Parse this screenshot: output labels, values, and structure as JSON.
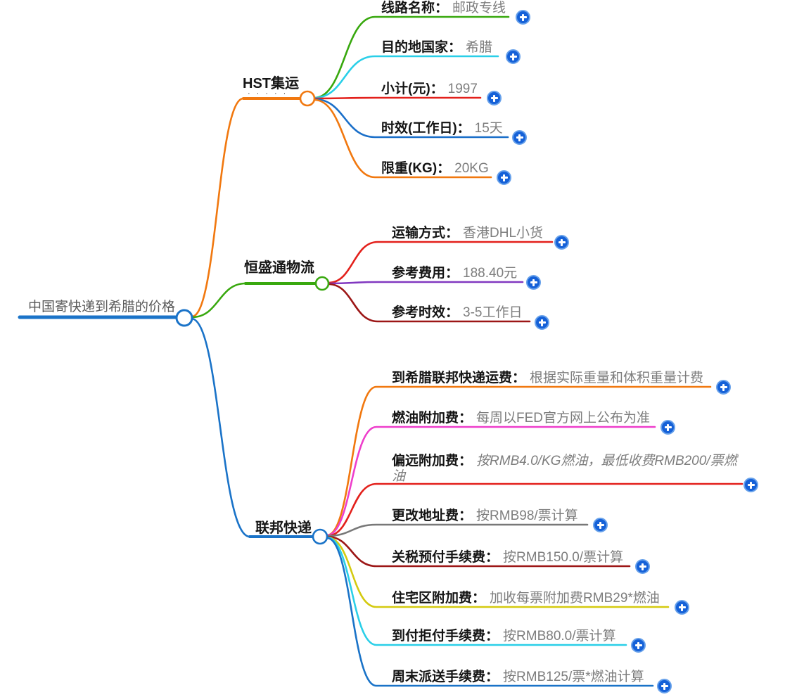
{
  "ui": {
    "colon": "：",
    "plus_button_color": "#1561d8",
    "plus_button_ring_color": "#66a0ea"
  },
  "root": {
    "label": "中国寄快递到希腊的价格",
    "color": "#1a73c8"
  },
  "branches": [
    {
      "label": "HST集运",
      "subtext": "·····",
      "color": "#f1780f",
      "children": [
        {
          "label": "线路名称",
          "value": "邮政专线",
          "color": "#38a80e"
        },
        {
          "label": "目的地国家",
          "value": "希腊",
          "color": "#2acfe8"
        },
        {
          "label": "小计(元)",
          "value": "1997",
          "color": "#e3201b"
        },
        {
          "label": "时效(工作日)",
          "value": "15天",
          "color": "#1a6fc9"
        },
        {
          "label": "限重(KG)",
          "value": "20KG",
          "color": "#f1780f"
        }
      ]
    },
    {
      "label": "恒盛通物流",
      "color": "#38a80e",
      "children": [
        {
          "label": "运输方式",
          "value": "香港DHL小货",
          "color": "#e3201b"
        },
        {
          "label": "参考费用",
          "value": "188.40元",
          "color": "#8138c0"
        },
        {
          "label": "参考时效",
          "value": "3-5工作日",
          "color": "#9c1616"
        }
      ]
    },
    {
      "label": "联邦快递",
      "color": "#1a73c8",
      "children": [
        {
          "label": "到希腊联邦快递运费",
          "value": "根据实际重量和体积重量计费",
          "color": "#f1780f"
        },
        {
          "label": "燃油附加费",
          "value": "每周以FED官方网上公布为准",
          "color": "#ee3ecb"
        },
        {
          "label": "偏远附加费",
          "value": "按RMB4.0/KG燃油，最低收费RMB200/票燃油",
          "color": "#e3201b"
        },
        {
          "label": "更改地址费",
          "value": "按RMB98/票计算",
          "color": "#787878"
        },
        {
          "label": "关税预付手续费",
          "value": "按RMB150.0/票计算",
          "color": "#9c1616"
        },
        {
          "label": "住宅区附加费",
          "value": "加收每票附加费RMB29*燃油",
          "color": "#d4ca10"
        },
        {
          "label": "到付拒付手续费",
          "value": "按RMB80.0/票计算",
          "color": "#2acfe8"
        },
        {
          "label": "周末派送手续费",
          "value": "按RMB125/票*燃油计算",
          "color": "#1a73c8"
        }
      ]
    }
  ]
}
